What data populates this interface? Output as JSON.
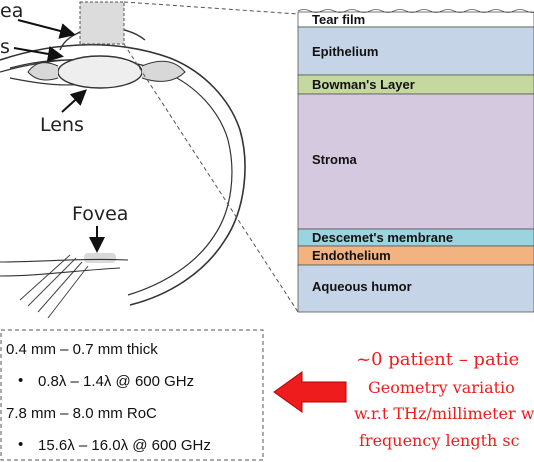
{
  "eye": {
    "label_fovea_top": "ea",
    "label_iris": "s",
    "label_lens": "Lens",
    "label_fovea": "Fovea"
  },
  "cornea_layers": {
    "tear_film": "Tear film",
    "epithelium": "Epithelium",
    "bowmans": "Bowman's Layer",
    "stroma": "Stroma",
    "descemets": "Descemet's membrane",
    "endothelium": "Endothelium",
    "aqueous": "Aqueous humor"
  },
  "specs": {
    "thickness": "0.4 mm – 0.7 mm thick",
    "thickness_wl": "0.8λ – 1.4λ @ 600 GHz",
    "roc": "7.8 mm – 8.0 mm RoC",
    "roc_wl": "15.6λ – 16.0λ @ 600 GHz"
  },
  "callout": {
    "line1": "~0 patient – patie",
    "line2": "Geometry variatio",
    "line3": "w.r.t THz/millimeter w",
    "line4": "frequency length sc"
  },
  "colors": {
    "epithelium": "#c5d4e6",
    "bowmans": "#c4d8a0",
    "stroma": "#d5c9e0",
    "descemets": "#9bd3df",
    "endothelium": "#f3b381",
    "aqueous": "#c5d4e6",
    "accent_red": "#ee1c1c"
  }
}
